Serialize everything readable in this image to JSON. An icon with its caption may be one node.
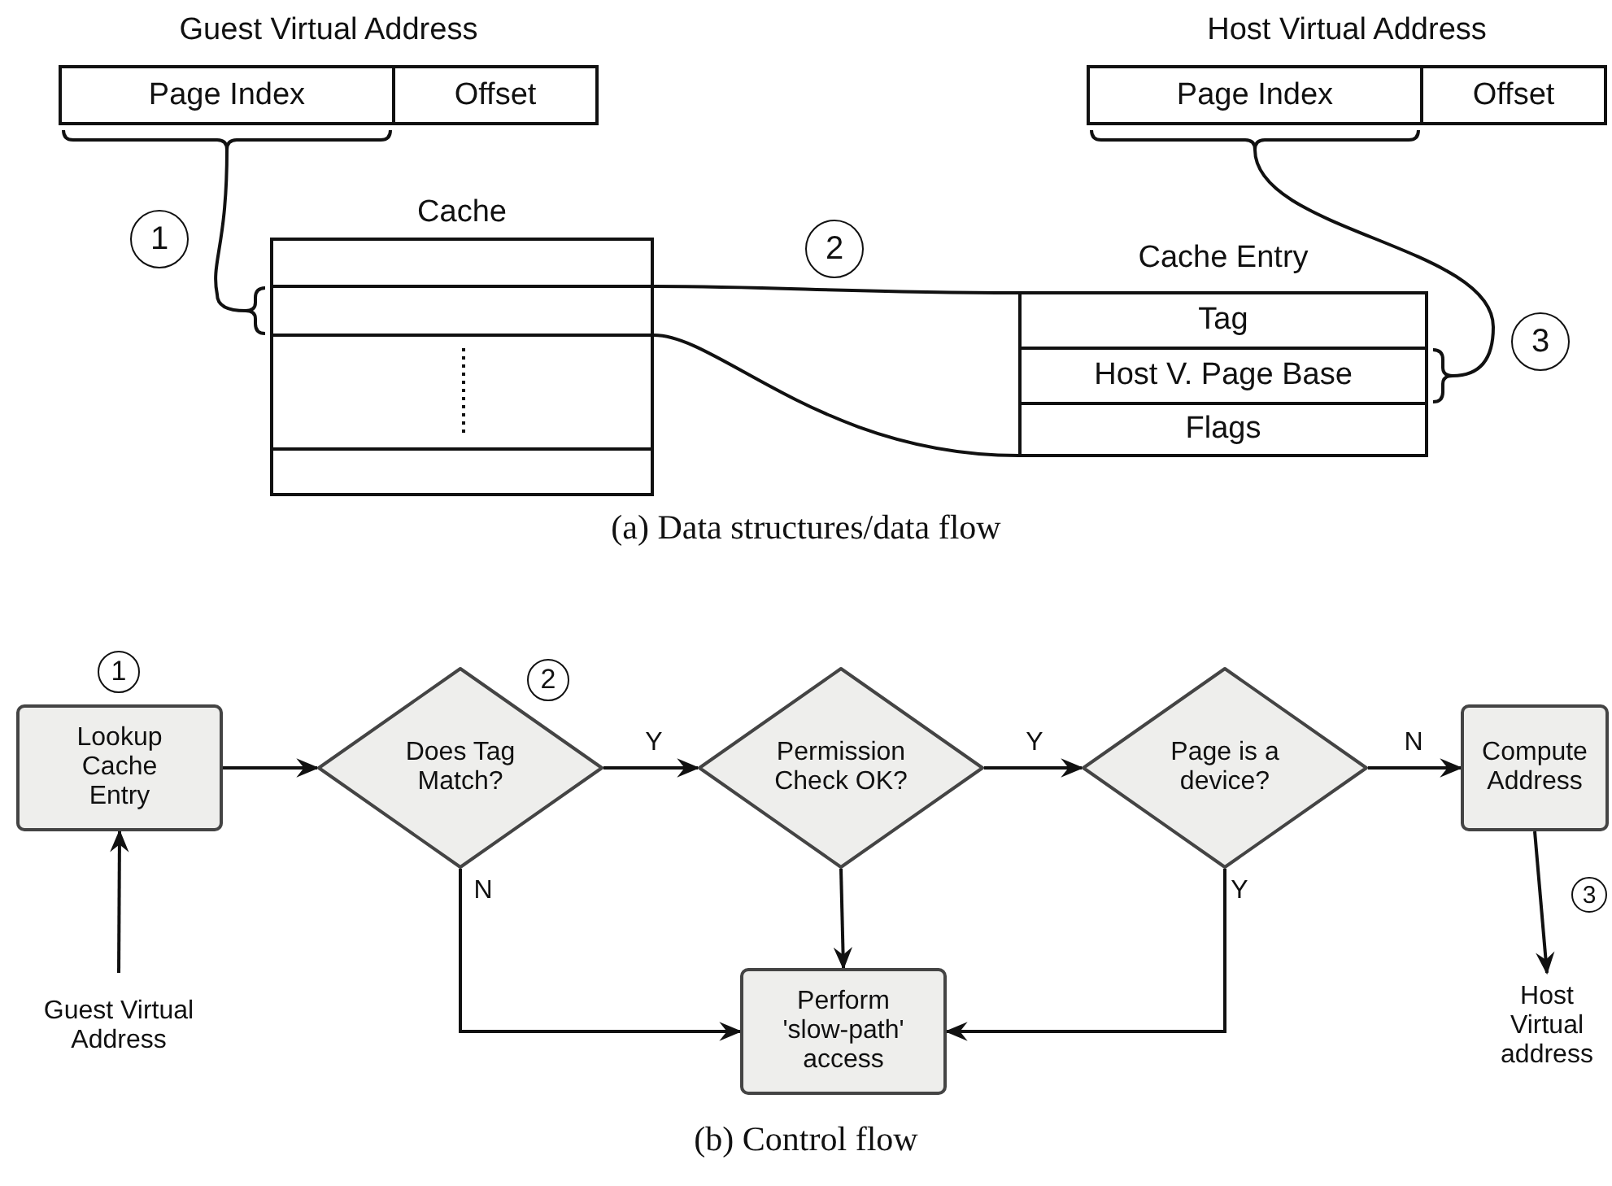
{
  "diagram": {
    "nodes": [
      {
        "text": [
          "Guest Virtual Address"
        ]
      },
      {
        "text": [
          "Page Index"
        ],
        "in": 0
      },
      {
        "text": [
          "Offset"
        ],
        "in": 0
      },
      {
        "text": [
          "Cache"
        ]
      },
      {
        "text": [],
        "shape": "box",
        "in": 3
      },
      {
        "text": [],
        "shape": "box",
        "in": 3
      },
      {
        "text": [],
        "shape": "box",
        "in": 3
      },
      {
        "text": [],
        "shape": "box",
        "in": 3
      },
      {
        "text": [
          "Cache Entry"
        ]
      },
      {
        "text": [
          "Tag"
        ],
        "in": 8
      },
      {
        "text": [
          "Host V. Page Base"
        ],
        "in": 8
      },
      {
        "text": [
          "Flags"
        ],
        "in": 8
      },
      {
        "text": [
          "Host Virtual Address"
        ]
      },
      {
        "text": [
          "Page Index"
        ],
        "in": 12
      },
      {
        "text": [
          "Offset"
        ],
        "in": 12
      },
      {
        "text": [
          "Lookup Cache Entry"
        ],
        "beside": [
          "1"
        ]
      },
      {
        "text": [
          "Does Tag Match?"
        ],
        "beside": [
          "2"
        ]
      },
      {
        "text": [
          "Permission Check OK?"
        ]
      },
      {
        "text": [
          "Page is a device?"
        ]
      },
      {
        "text": [
          "Compute Address"
        ]
      },
      {
        "text": [
          "Guest Virtual Address"
        ]
      },
      {
        "text": [
          "Perform 'slow-path' access"
        ]
      },
      {
        "text": [
          "Host Virtual address"
        ]
      }
    ],
    "edges": [
      {
        "from": 1,
        "to": 5,
        "arrow": "none",
        "label": "1"
      },
      {
        "from": 5,
        "to": 8,
        "arrow": "none",
        "label": "2"
      },
      {
        "from": 5,
        "to": 8,
        "arrow": "none"
      },
      {
        "from": 13,
        "to": 10,
        "arrow": "none",
        "label": "3"
      },
      {
        "from": 15,
        "to": 16,
        "arrow": "to"
      },
      {
        "from": 16,
        "to": 17,
        "arrow": "to",
        "label": "Y"
      },
      {
        "from": 17,
        "to": 18,
        "arrow": "to",
        "label": "Y"
      },
      {
        "from": 18,
        "to": 19,
        "arrow": "to",
        "label": "N"
      },
      {
        "from": 20,
        "to": 15,
        "arrow": "to"
      },
      {
        "from": 16,
        "to": 21,
        "arrow": "to",
        "label": "N"
      },
      {
        "from": 17,
        "to": 21,
        "arrow": "to"
      },
      {
        "from": 18,
        "to": 21,
        "arrow": "to",
        "label": "Y"
      },
      {
        "from": 19,
        "to": 22,
        "arrow": "to",
        "label": "3"
      }
    ],
    "labels": [
      "(a) Data structures/data flow",
      "(b) Control flow"
    ]
  }
}
